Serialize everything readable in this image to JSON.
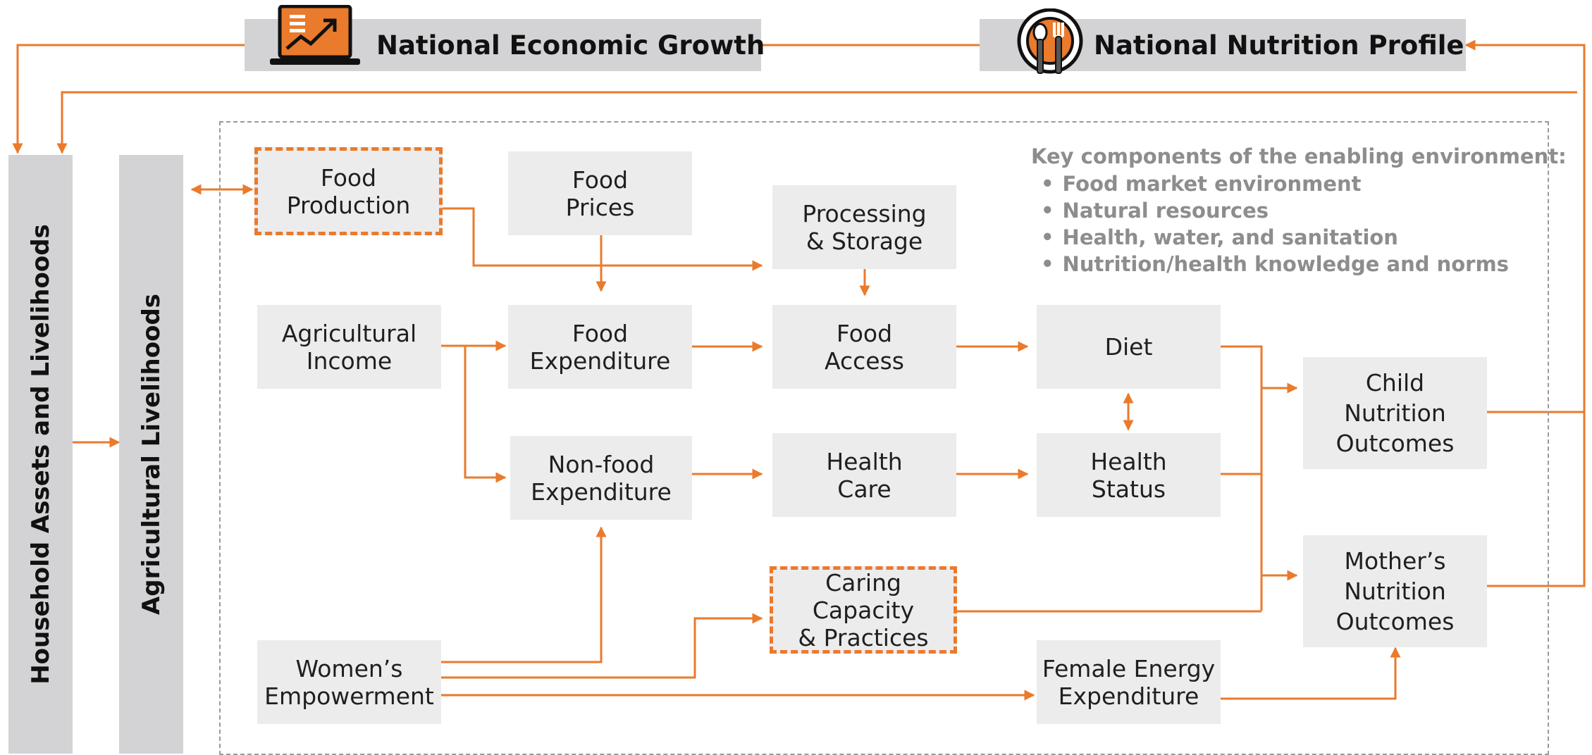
{
  "colors": {
    "accent": "#ea7a2c",
    "box_fill": "#ececed",
    "header_fill": "#d3d3d5",
    "note_text": "#8d8d8d"
  },
  "header": {
    "economic_growth": {
      "label": "National Economic Growth",
      "icon": "laptop-growth-chart-icon"
    },
    "nutrition_profile": {
      "label": "National Nutrition Profile",
      "icon": "plate-spoon-fork-icon"
    }
  },
  "sidebars": {
    "household_assets": "Household Assets and Livelihoods",
    "agricultural_livelihoods": "Agricultural Livelihoods"
  },
  "enabling_environment": {
    "title": "Key components of the enabling environment:",
    "items": [
      "Food market environment",
      "Natural resources",
      "Health, water, and sanitation",
      "Nutrition/health knowledge and norms"
    ]
  },
  "nodes": {
    "food_production": "Food\nProduction",
    "food_prices": "Food\nPrices",
    "processing_storage": "Processing\n& Storage",
    "agricultural_income": "Agricultural\nIncome",
    "food_expenditure": "Food\nExpenditure",
    "food_access": "Food\nAccess",
    "diet": "Diet",
    "non_food_expenditure": "Non-food\nExpenditure",
    "health_care": "Health\nCare",
    "health_status": "Health\nStatus",
    "child_nutrition": "Child\nNutrition\nOutcomes",
    "mothers_nutrition": "Mother’s\nNutrition\nOutcomes",
    "caring_capacity": "Caring Capacity\n& Practices",
    "womens_empowerment": "Women’s\nEmpowerment",
    "female_energy": "Female Energy\nExpenditure"
  }
}
